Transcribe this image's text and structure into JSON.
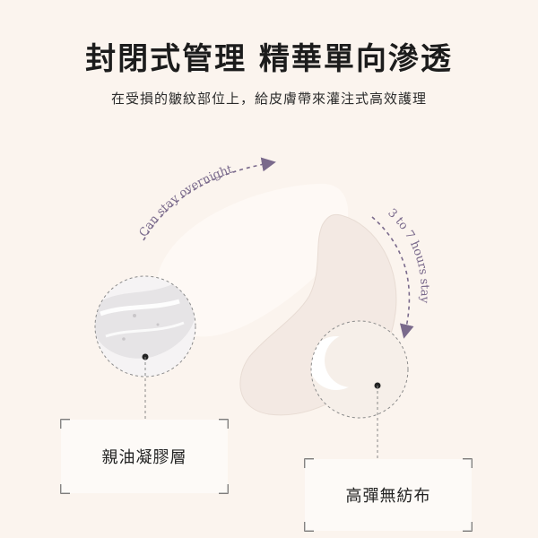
{
  "header": {
    "title": "封閉式管理 精華單向滲透",
    "subtitle": "在受損的皺紋部位上，給皮膚帶來灌注式高效護理"
  },
  "annotations": {
    "arc_left": "Can stay overnight",
    "arc_right": "3 to 7 hours stay"
  },
  "labels": {
    "gel_layer": "親油凝膠層",
    "fabric": "高彈無紡布"
  },
  "colors": {
    "background": "#fbf4ee",
    "accent": "#7a6a8c",
    "patch": "#f3e9e3"
  }
}
